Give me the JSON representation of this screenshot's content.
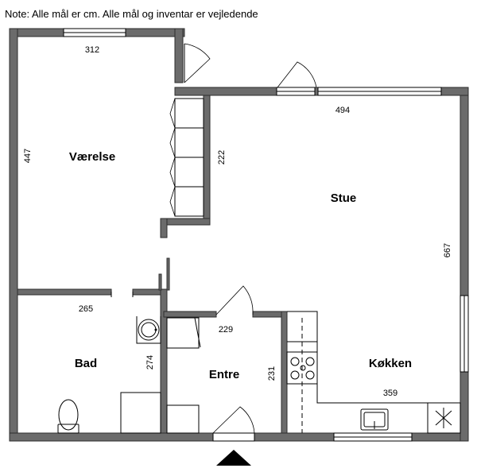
{
  "note": "Note: Alle mål er cm. Alle mål og inventar er vejledende",
  "rooms": {
    "vaerelse": "Værelse",
    "stue": "Stue",
    "bad": "Bad",
    "entre": "Entre",
    "kokken": "Køkken"
  },
  "dimensions": {
    "vaerelse_width": "312",
    "vaerelse_height": "447",
    "closet_height": "222",
    "stue_width": "494",
    "stue_height": "667",
    "bad_width": "265",
    "bad_height": "274",
    "entre_width": "229",
    "entre_height": "231",
    "kokken_width": "359"
  },
  "colors": {
    "wall": "#6b6b6b",
    "line": "#000000",
    "background": "#ffffff"
  },
  "icons": [
    "entrance-arrow-icon",
    "toilet-icon",
    "sink-icon",
    "stove-icon",
    "kitchen-sink-icon",
    "range-hood-icon"
  ]
}
